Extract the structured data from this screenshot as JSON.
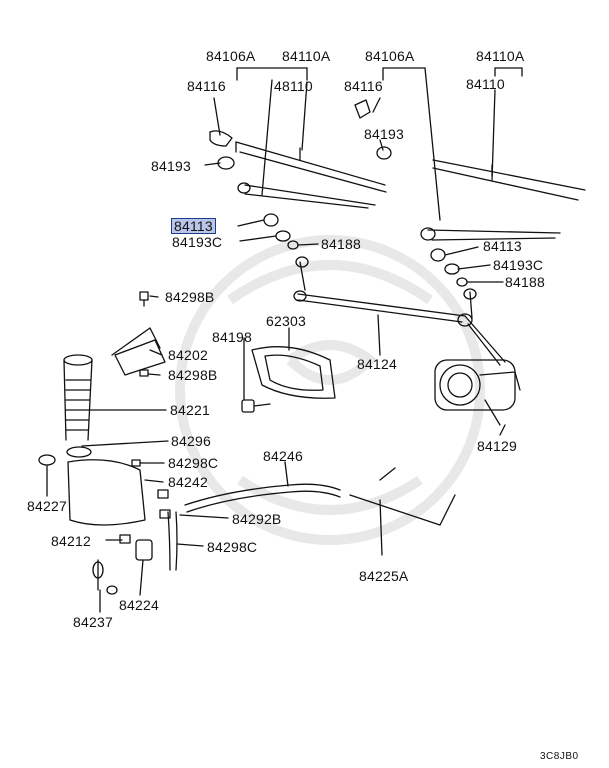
{
  "diagram": {
    "labels": {
      "p84106A_l": "84106A",
      "p84110A_l": "84110A",
      "p84106A_r": "84106A",
      "p84110A_r": "84110A",
      "p84116_l": "84116",
      "p48110": "48110",
      "p84116_r": "84116",
      "p84110": "84110",
      "p84193_top": "84193",
      "p84193_left": "84193",
      "p84113_sel": "84113",
      "p84193C_left": "84193C",
      "p84188_left": "84188",
      "p84113_right": "84113",
      "p84193C_right": "84193C",
      "p84188_right": "84188",
      "p84298B_top": "84298B",
      "p62303": "62303",
      "p84198": "84198",
      "p84202": "84202",
      "p84298B_mid": "84298B",
      "p84124": "84124",
      "p84221": "84221",
      "p84129": "84129",
      "p84296": "84296",
      "p84246": "84246",
      "p84298C_mid": "84298C",
      "p84242": "84242",
      "p84227": "84227",
      "p84292B": "84292B",
      "p84212": "84212",
      "p84298C_low": "84298C",
      "p84225A": "84225A",
      "p84224": "84224",
      "p84237": "84237"
    },
    "selected_part": "84113",
    "diagram_code": "3C8JB0",
    "colors": {
      "ink": "#111111",
      "highlight_fill": "#b9c6ea",
      "highlight_border": "#1e3a8a",
      "watermark": "#e6e6e6"
    }
  }
}
